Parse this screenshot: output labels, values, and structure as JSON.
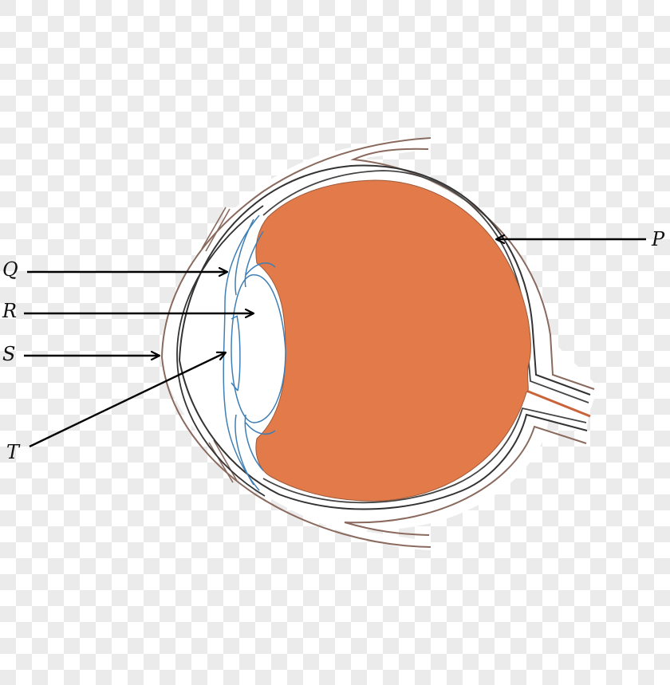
{
  "diagram": {
    "subject": "Human eye cross-section",
    "colors": {
      "vitreous": "#e27a4a",
      "eyelid_line": "#8a6a5e",
      "sclera_line": "#333333",
      "iris_cornea_line": "#3f7fb5",
      "arrow": "#000000",
      "optic_nerve": "#c9643a"
    },
    "labels": [
      {
        "id": "P",
        "text": "P",
        "points_to": "retina / sclera layer"
      },
      {
        "id": "Q",
        "text": "Q",
        "points_to": "ciliary body / iris region"
      },
      {
        "id": "R",
        "text": "R",
        "points_to": "lens"
      },
      {
        "id": "S",
        "text": "S",
        "points_to": "cornea"
      },
      {
        "id": "T",
        "text": "T",
        "points_to": "iris / pupil edge"
      }
    ]
  }
}
